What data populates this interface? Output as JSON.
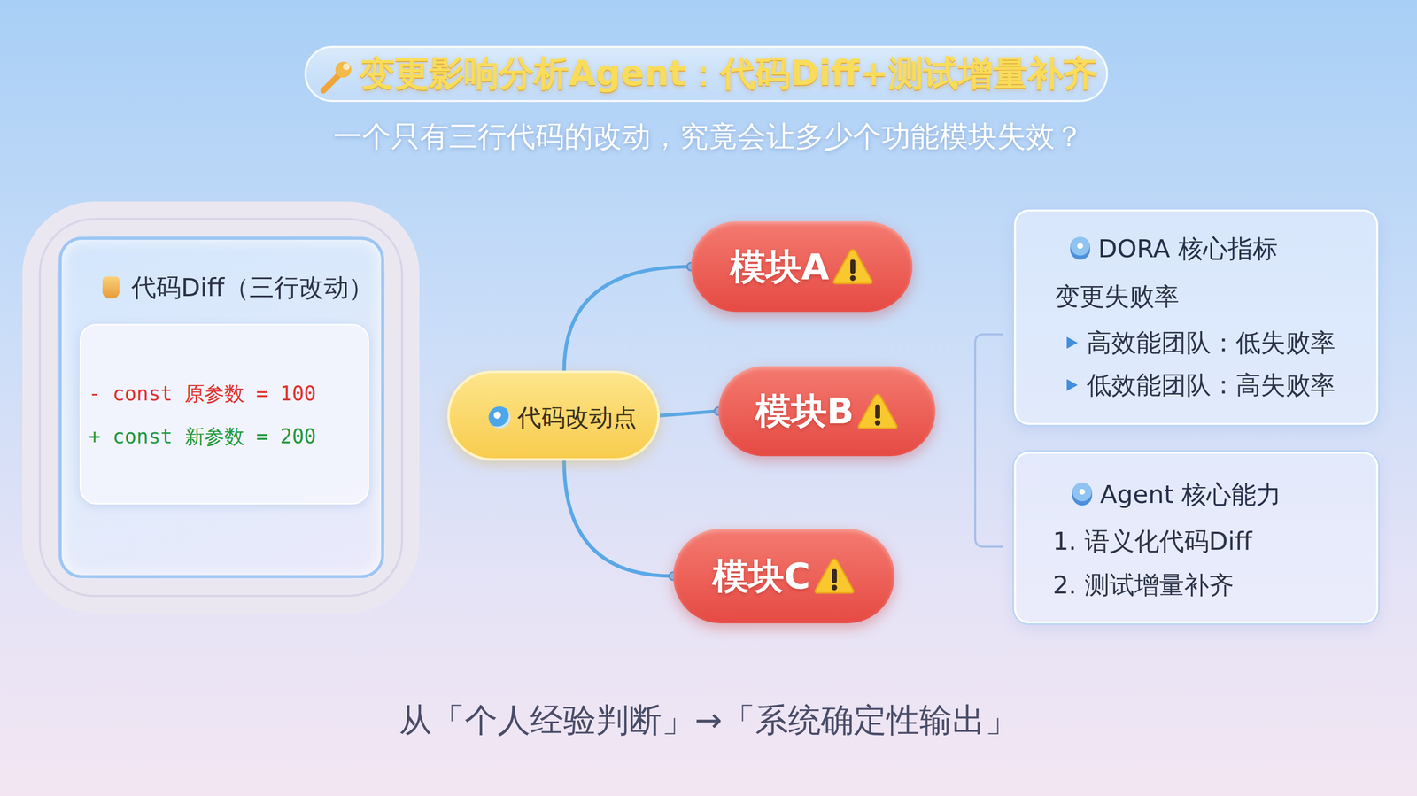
{
  "diagram": {
    "title": "变更影响分析Agent：代码Diff+测试增量补齐",
    "caption": "从「个人经验判断」→「系统确定性输出」",
    "nodes": [
      {
        "text": [
          "代码Diff（三行改动）"
        ]
      },
      {
        "text": [
          "- const 原参数 = 100",
          "+ const 新参数 = 200"
        ],
        "in": 0
      },
      {
        "text": [
          "代码改动点"
        ]
      },
      {
        "text": [
          "模块A"
        ]
      },
      {
        "text": [
          "模块B"
        ]
      },
      {
        "text": [
          "模块C"
        ]
      },
      {
        "text": [
          "DORA 核心指标",
          "变更失败率",
          "高效能团队：低失败率",
          "低效能团队：高失败率"
        ]
      },
      {
        "text": [
          "Agent 核心能力",
          "1. 语义化代码Diff",
          "2. 测试增量补齐"
        ]
      }
    ],
    "edges": [
      {
        "from": 2,
        "to": 3,
        "arrow": "none"
      },
      {
        "from": 2,
        "to": 4,
        "arrow": "none"
      },
      {
        "from": 2,
        "to": 5,
        "arrow": "none"
      }
    ],
    "labels": [
      "一个只有三行代码的改动，究竟会让多少个功能模块失效？"
    ]
  }
}
